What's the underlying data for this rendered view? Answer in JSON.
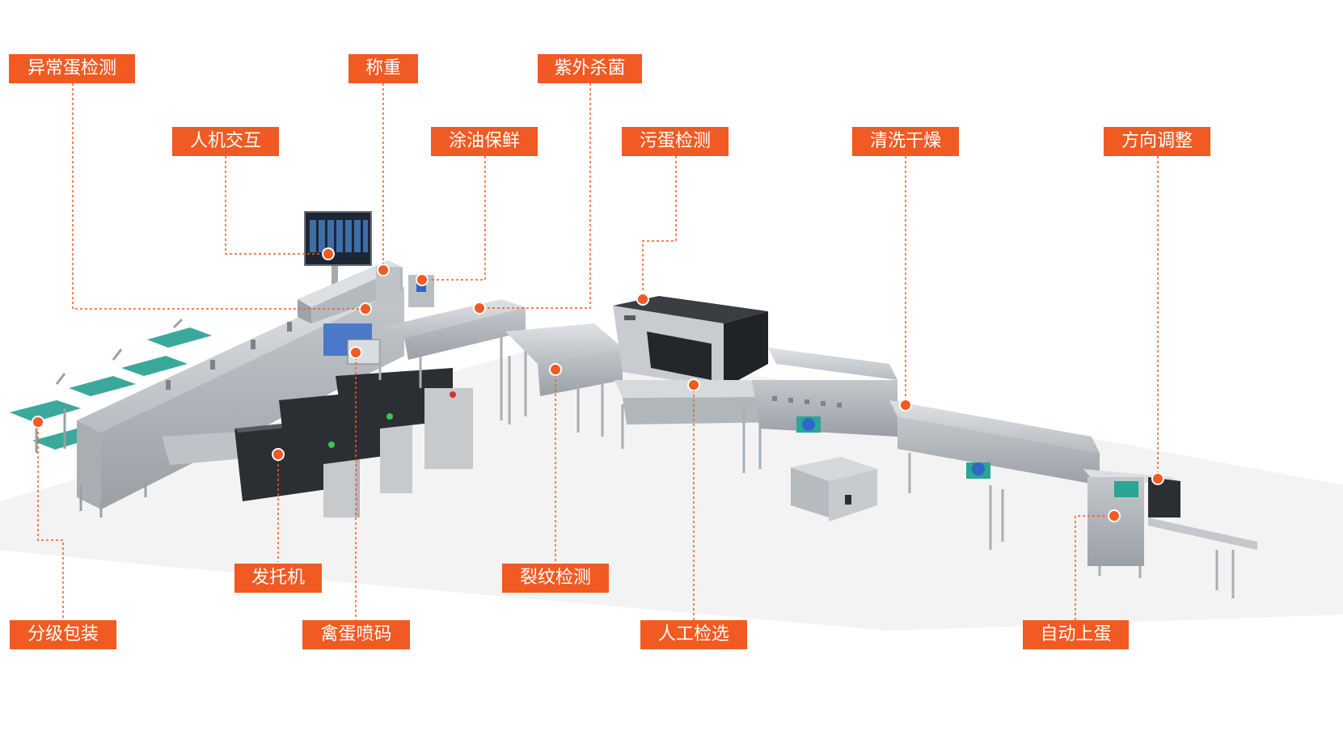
{
  "colors": {
    "accent": "#f15a22",
    "steel": "#c9cdd1",
    "steel_dark": "#8e9398",
    "screen": "#1d2633",
    "blue": "#2f67c9",
    "teal": "#2aa596"
  },
  "labels": {
    "abnormal_egg": "异常蛋检测",
    "weighing": "称重",
    "uv_sterilization": "紫外杀菌",
    "hmi": "人机交互",
    "oil_coating": "涂油保鲜",
    "dirty_egg": "污蛋检测",
    "wash_dry": "清洗干燥",
    "orientation": "方向调整",
    "tray_dispenser": "发托机",
    "crack_detection": "裂纹检测",
    "grading_packing": "分级包装",
    "egg_printing": "禽蛋喷码",
    "manual_inspection": "人工检选",
    "auto_loading": "自动上蛋"
  }
}
